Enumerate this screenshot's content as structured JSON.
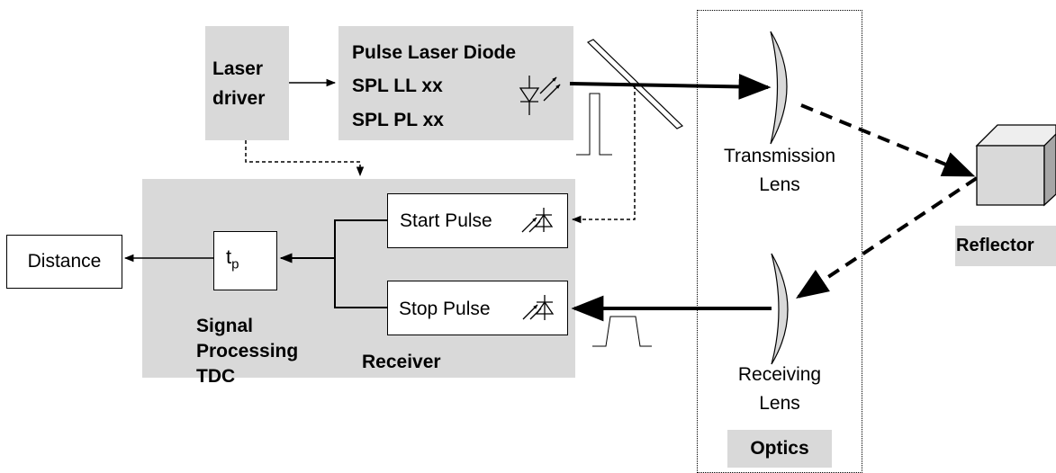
{
  "laser_driver": {
    "line1": "Laser",
    "line2": "driver"
  },
  "laser_diode": {
    "title": "Pulse Laser Diode",
    "model1": "SPL LL xx",
    "model2": "SPL PL xx"
  },
  "receiver": {
    "label": "Receiver",
    "start_pulse": "Start Pulse",
    "stop_pulse": "Stop Pulse"
  },
  "signal_processing": {
    "line1": "Signal",
    "line2": "Processing",
    "line3": "TDC"
  },
  "timer": {
    "symbol": "t",
    "subscript": "p"
  },
  "distance": {
    "label": "Distance"
  },
  "optics": {
    "label": "Optics",
    "transmission_lens_line1": "Transmission",
    "transmission_lens_line2": "Lens",
    "receiving_lens_line1": "Receiving",
    "receiving_lens_line2": "Lens"
  },
  "reflector": {
    "label": "Reflector"
  }
}
